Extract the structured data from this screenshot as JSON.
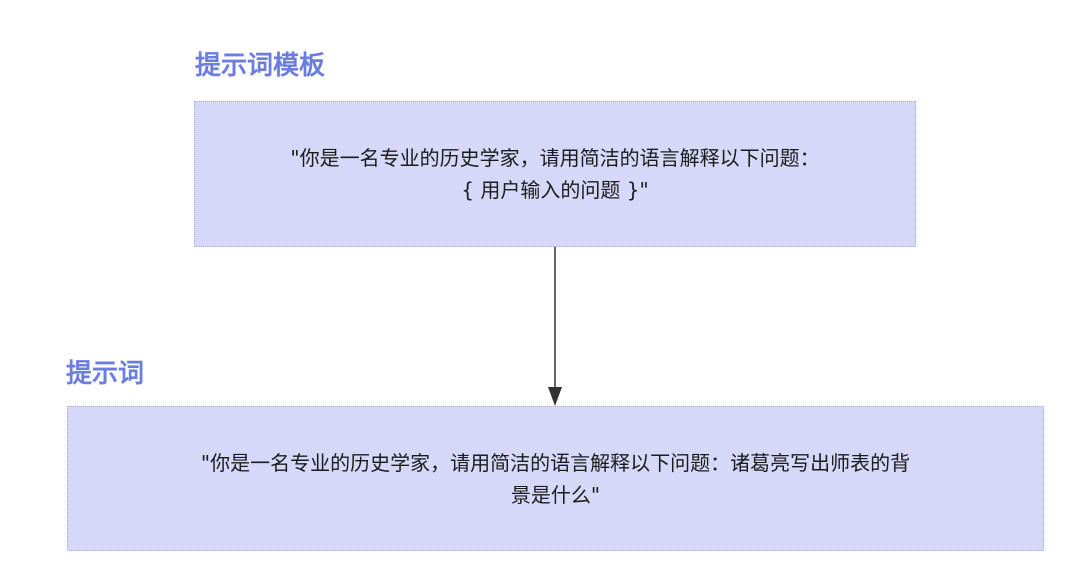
{
  "template_section": {
    "heading": "提示词模板",
    "line1": "\"你是一名专业的历史学家，请用简洁的语言解释以下问题：",
    "line2": "{ 用户输入的问题 }\""
  },
  "prompt_section": {
    "heading": "提示词",
    "line1": "\"你是一名专业的历史学家，请用简洁的语言解释以下问题：诸葛亮写出师表的背",
    "line2": "景是什么\""
  },
  "colors": {
    "heading": "#6b7ee0",
    "box_fill": "#d5d8f8",
    "box_border": "#a7acd8",
    "arrow": "#333333"
  }
}
